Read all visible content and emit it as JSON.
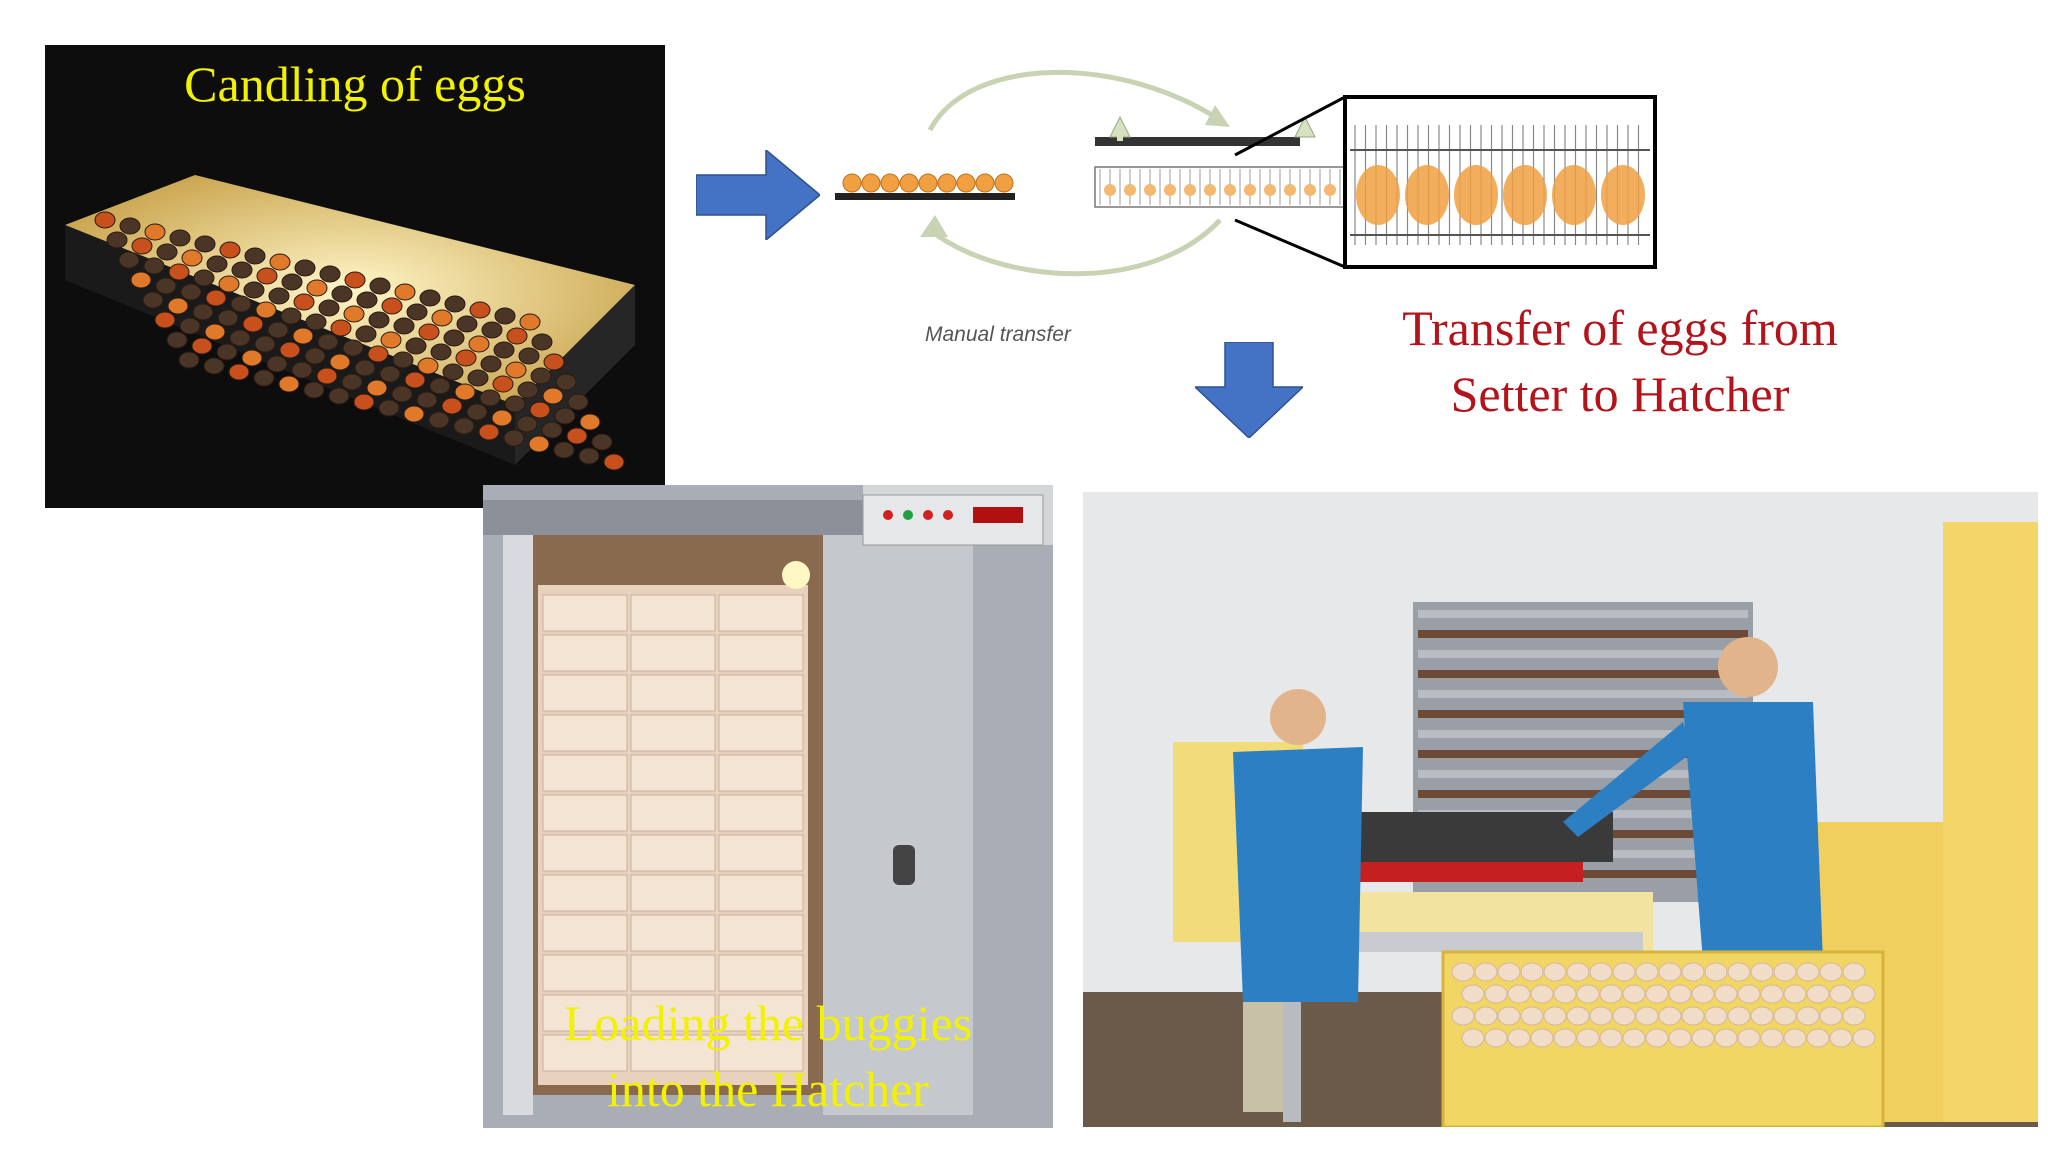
{
  "slide": {
    "candling_caption": "Candling of eggs",
    "diagram_label": "Manual transfer",
    "transfer_caption_line1": "Transfer of eggs from",
    "transfer_caption_line2": "Setter to Hatcher",
    "loading_caption_line1": "Loading the buggies",
    "loading_caption_line2": "into the Hatcher"
  },
  "colors": {
    "arrow_blue": "#4472c4",
    "caption_yellow": "#f2f200",
    "caption_red": "#b3141b",
    "egg_orange": "#f0a040"
  },
  "icons": [
    "right-arrow-icon",
    "down-arrow-icon"
  ]
}
